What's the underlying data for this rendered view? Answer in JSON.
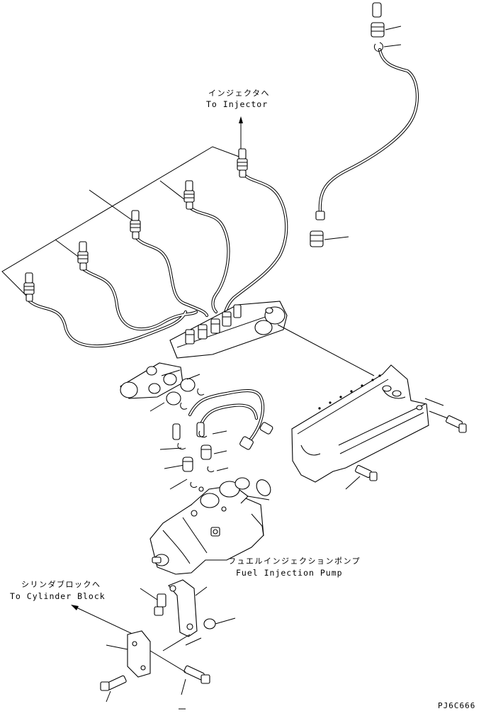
{
  "labels": {
    "injector_jp": "インジェクタへ",
    "injector_en": "To Injector",
    "pump_jp": "フュエルインジェクションポンプ",
    "pump_en": "Fuel Injection Pump",
    "cylinder_jp": "シリンダブロックへ",
    "cylinder_en": "To Cylinder Block",
    "drawing_code": "PJ6C666"
  }
}
